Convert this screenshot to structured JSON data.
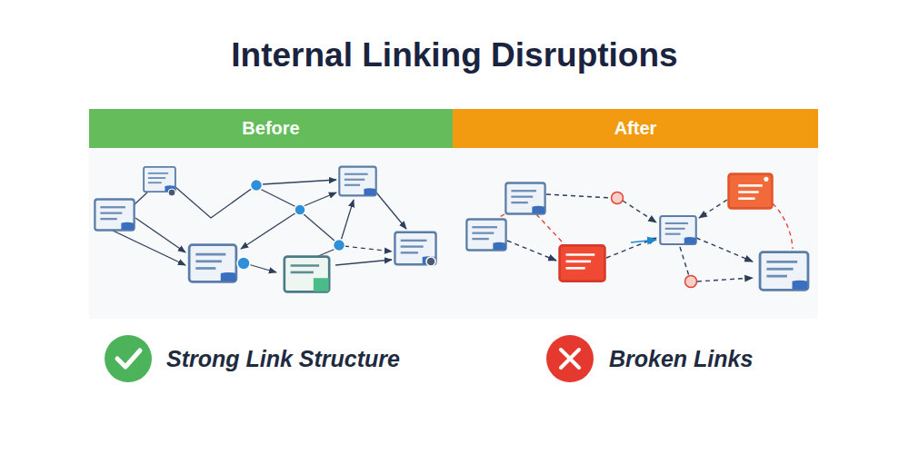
{
  "diagram": {
    "title": "Internal Linking Disruptions",
    "nodes": [
      {
        "text": [
          "Before"
        ]
      },
      {
        "text": [
          "After"
        ]
      }
    ],
    "labels": [
      "Strong Link Structure",
      "Broken Links"
    ]
  }
}
